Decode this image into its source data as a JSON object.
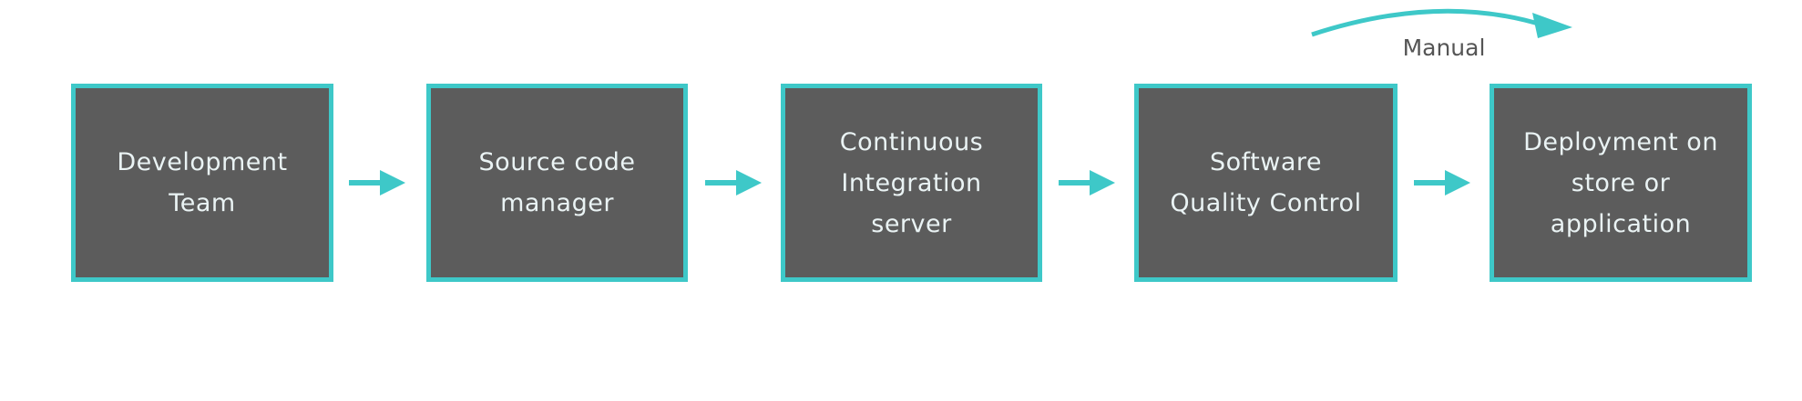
{
  "diagram": {
    "type": "flowchart",
    "colors": {
      "accent": "#3ec8c8",
      "box_fill": "#5c5c5c",
      "box_text": "#eaf3f4",
      "label_text": "#555555"
    },
    "nodes": [
      {
        "id": "dev-team",
        "label": "Development\nTeam"
      },
      {
        "id": "scm",
        "label": "Source code\nmanager"
      },
      {
        "id": "ci",
        "label": "Continuous\nIntegration\nserver"
      },
      {
        "id": "sqc",
        "label": "Software\nQuality Control"
      },
      {
        "id": "deploy",
        "label": "Deployment on\nstore or\napplication"
      }
    ],
    "edges": [
      {
        "from": "dev-team",
        "to": "scm"
      },
      {
        "from": "scm",
        "to": "ci"
      },
      {
        "from": "ci",
        "to": "sqc"
      },
      {
        "from": "sqc",
        "to": "deploy"
      },
      {
        "from": "sqc",
        "to": "deploy",
        "label": "Manual",
        "style": "curved-over"
      }
    ],
    "manual_label": "Manual"
  }
}
